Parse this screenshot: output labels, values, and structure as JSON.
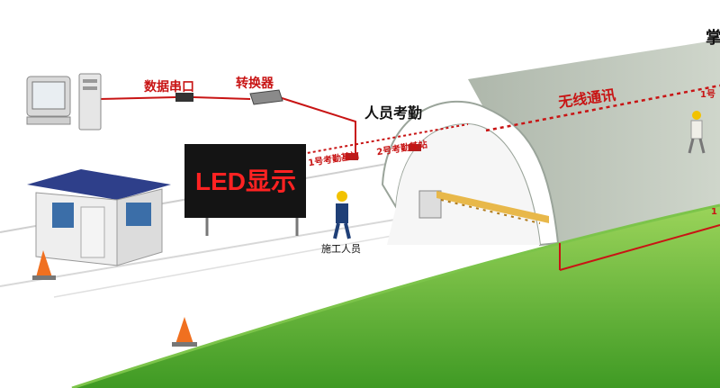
{
  "labels": {
    "serial_port": "数据串口",
    "converter": "转换器",
    "attendance": "人员考勤",
    "wireless": "无线通讯",
    "base_station_1": "1号考勤基站",
    "base_station_2": "2号考勤基站",
    "worker": "施工人员",
    "led_display": "LED显示",
    "corner_top_right": "掌",
    "right_tag_1": "1号",
    "right_tag_edge": "1"
  },
  "colors": {
    "label_red": "#c81414",
    "led_text": "#ff2222",
    "grass": "#5fb832",
    "tunnel": "#bcc4b8",
    "barrier": "#e8b84a"
  },
  "icons": [
    "computer-icon",
    "cable-connector-icon",
    "converter-icon",
    "guard-house-icon",
    "traffic-cone-icon",
    "worker-icon",
    "barrier-gate-icon",
    "led-board-icon"
  ]
}
